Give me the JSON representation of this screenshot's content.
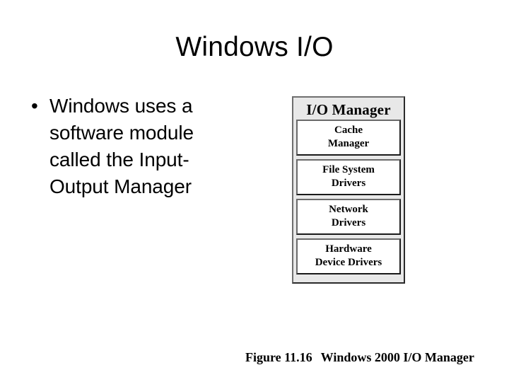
{
  "slide": {
    "title": "Windows I/O",
    "background_color": "#ffffff",
    "text_color": "#000000"
  },
  "body": {
    "bullet_marker": "•",
    "bullets": [
      {
        "full_text": "Windows uses a software module called the Input-Output Manager",
        "lines": [
          "Windows uses a",
          "software module",
          "called the Input-",
          "Output Manager"
        ]
      }
    ]
  },
  "figure": {
    "panel_title": "I/O Manager",
    "panel_fill_color": "#e8e8e8",
    "panel_border_color": "#2b2b2b",
    "box_fill_color": "#ffffff",
    "boxes": [
      {
        "full_text": "Cache Manager",
        "lines": [
          "Cache",
          "Manager"
        ]
      },
      {
        "full_text": "File System Drivers",
        "lines": [
          "File System",
          "Drivers"
        ]
      },
      {
        "full_text": "Network Drivers",
        "lines": [
          "Network",
          "Drivers"
        ]
      },
      {
        "full_text": "Hardware Device Drivers",
        "lines": [
          "Hardware",
          "Device Drivers"
        ]
      }
    ],
    "caption": {
      "number": "Figure 11.16",
      "text": "Windows 2000 I/O Manager"
    }
  }
}
